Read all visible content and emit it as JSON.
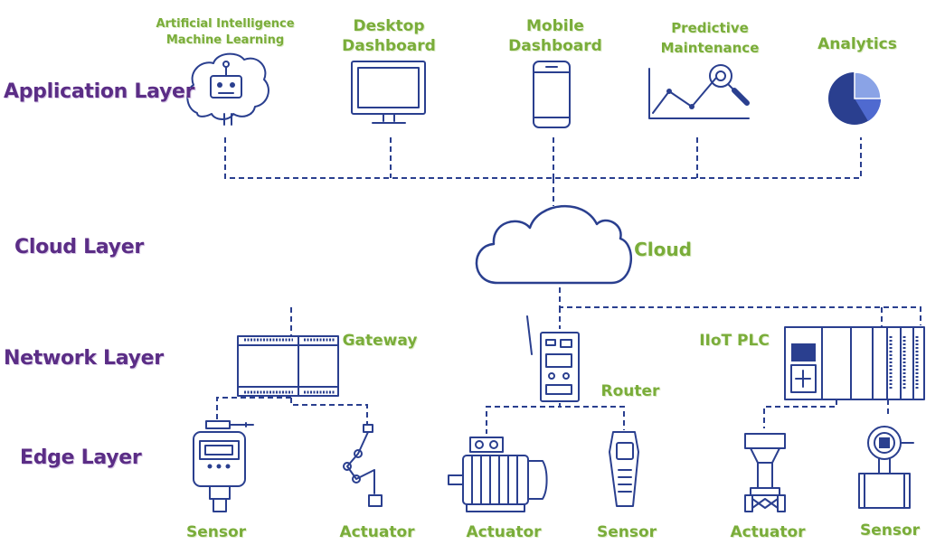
{
  "layers": {
    "application": "Application Layer",
    "cloud": "Cloud Layer",
    "network": "Network Layer",
    "edge": "Edge Layer"
  },
  "application_nodes": {
    "ai": [
      "Artificial Intelligence",
      "Machine Learning"
    ],
    "desktop": [
      "Desktop",
      "Dashboard"
    ],
    "mobile": [
      "Mobile",
      "Dashboard"
    ],
    "predictive": [
      "Predictive",
      "Maintenance"
    ],
    "analytics": "Analytics"
  },
  "cloud_node": "Cloud",
  "network_nodes": {
    "gateway": "Gateway",
    "router": "Router",
    "plc": "IIoT PLC"
  },
  "edge_nodes": {
    "gateway_sensor": "Sensor",
    "gateway_actuator": "Actuator",
    "router_actuator": "Actuator",
    "router_sensor": "Sensor",
    "plc_actuator": "Actuator",
    "plc_sensor": "Sensor"
  },
  "colors": {
    "layer_title": "#5b2d86",
    "node_label": "#7aad3a",
    "icon_stroke": "#2a3f8f",
    "connector": "#2a3f8f"
  }
}
